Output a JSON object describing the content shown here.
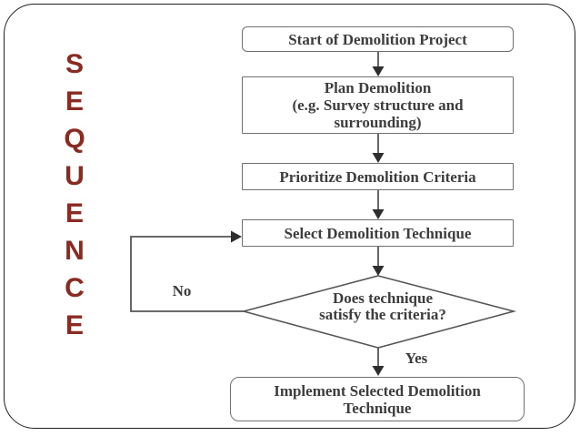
{
  "slide_title": "SEQUENCE",
  "sequence": {
    "letters": [
      "S",
      "E",
      "Q",
      "U",
      "E",
      "N",
      "C",
      "E"
    ],
    "color": "#8b2a20"
  },
  "flowchart": {
    "steps": {
      "start": {
        "label": "Start of Demolition Project"
      },
      "plan": {
        "lines": [
          "Plan Demolition",
          "(e.g. Survey structure and",
          "surrounding)"
        ]
      },
      "prioritize": {
        "label": "Prioritize Demolition Criteria"
      },
      "select": {
        "label": "Select Demolition Technique"
      },
      "decision": {
        "lines": [
          "Does technique",
          "satisfy the criteria?"
        ]
      },
      "implement": {
        "lines": [
          "Implement Selected Demolition",
          "Technique"
        ]
      }
    },
    "branch_labels": {
      "no": "No",
      "yes": "Yes"
    },
    "colors": {
      "accent_text": "#8b2a20",
      "box_border": "#6f6f6f",
      "connector_line": "#565656",
      "arrowhead": "#2e2e2e",
      "text": "#3d3d3d",
      "frame_border": "#1f1f1f",
      "background": "#ffffff"
    }
  }
}
